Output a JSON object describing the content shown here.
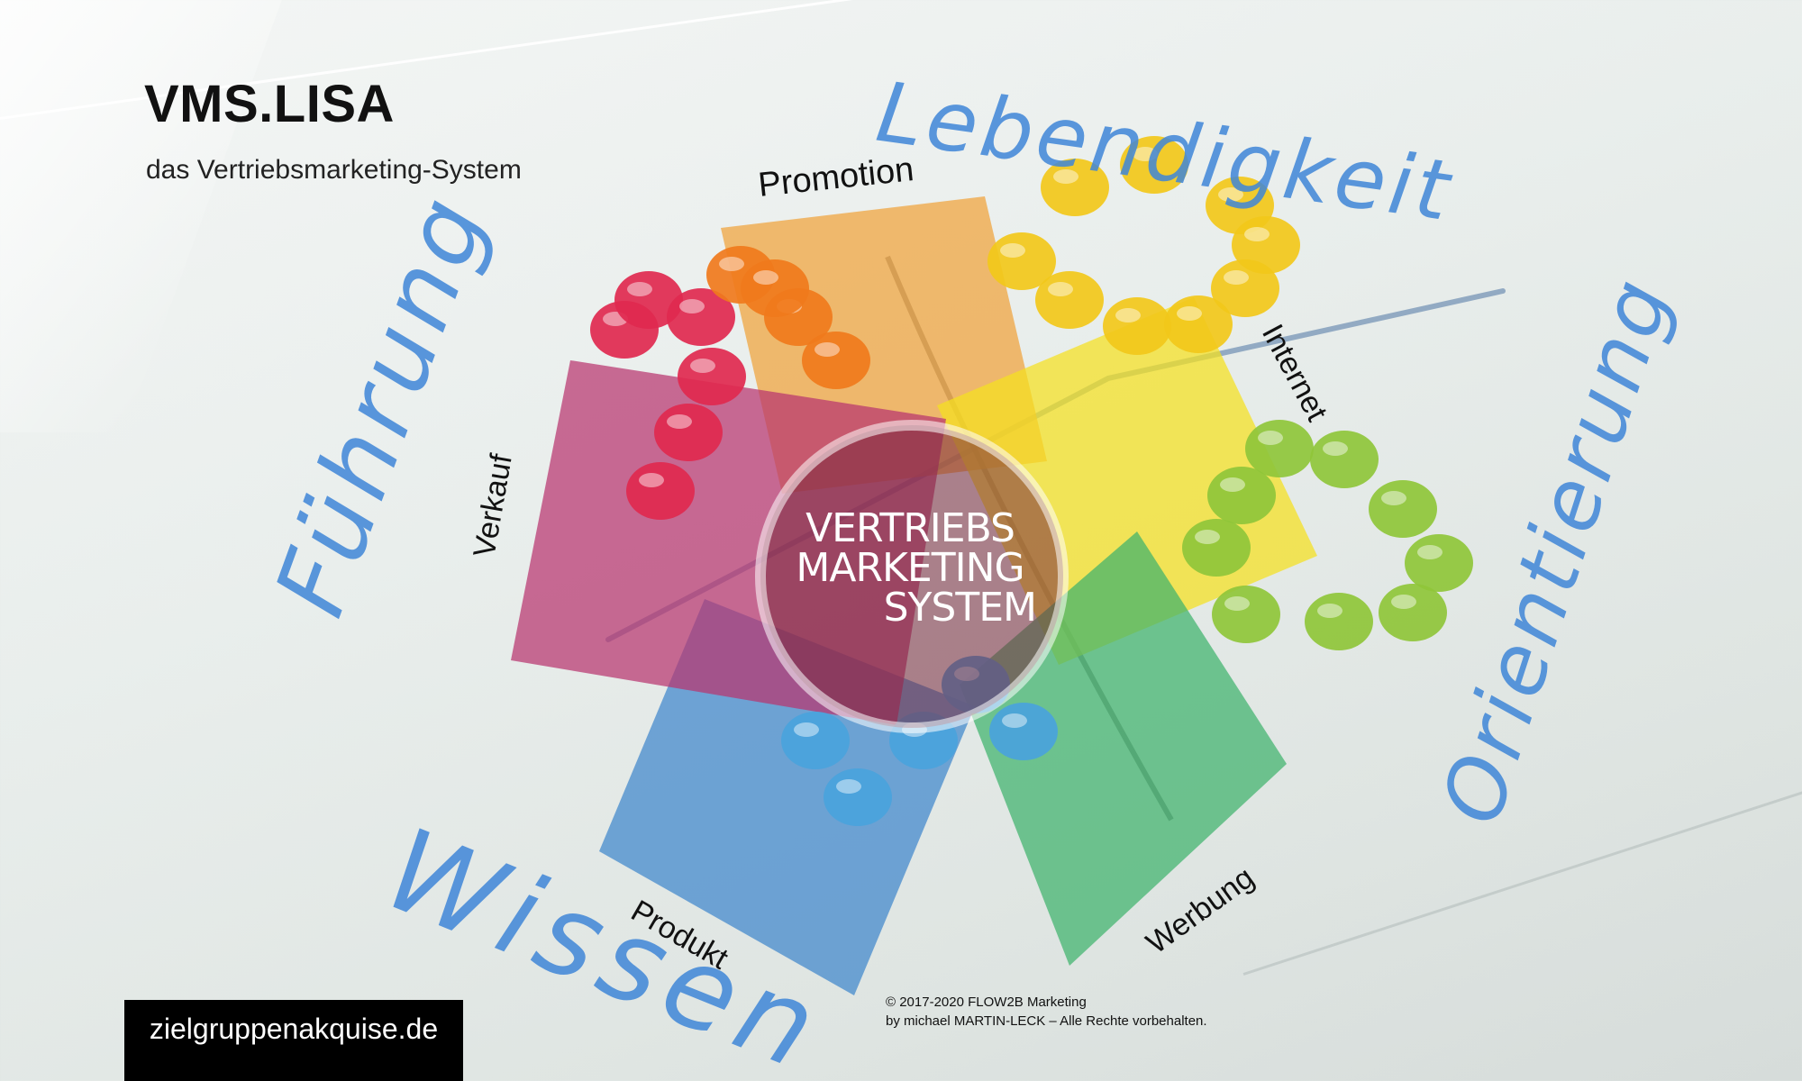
{
  "header": {
    "title": "VMS.LISA",
    "subtitle": "das Vertriebsmarketing-System"
  },
  "center": {
    "line1": "VERTRIEBS",
    "line2": "MARKETING",
    "line3": "SYSTEM"
  },
  "segments": [
    {
      "label": "Promotion",
      "color": "#f0a23a"
    },
    {
      "label": "Internet",
      "color": "#f5e11e"
    },
    {
      "label": "Werbung",
      "color": "#3fb36c"
    },
    {
      "label": "Produkt",
      "color": "#3f86cc"
    },
    {
      "label": "Verkauf",
      "color": "#b8356f"
    }
  ],
  "handwriting": {
    "top": "Lebendigkeit",
    "left": "Führung",
    "right": "Orientierung",
    "bottom": "Wissen",
    "color": "#3f86d8"
  },
  "candy_colors": [
    "#e0294f",
    "#f07a1c",
    "#f2c81a",
    "#8fc63a",
    "#4aa3dc"
  ],
  "footer": {
    "url": "zielgruppenakquise.de",
    "copyright_line1": "© 2017-2020 FLOW2B Marketing",
    "copyright_line2": "by michael MARTIN-LECK – Alle Rechte vorbehalten."
  }
}
